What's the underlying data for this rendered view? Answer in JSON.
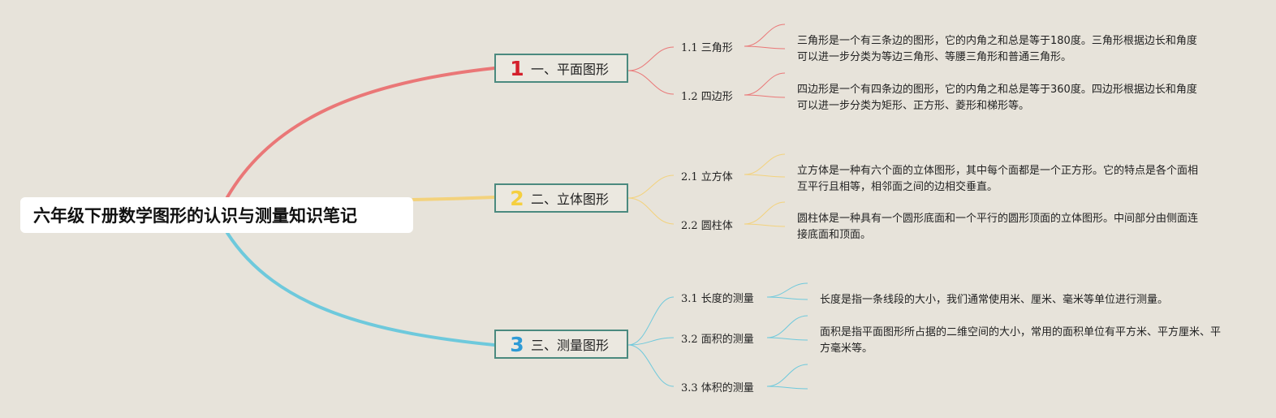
{
  "title": "六年级下册数学图形的认识与测量知识笔记",
  "branches": [
    {
      "number": "1",
      "label": "一、平面图形",
      "color": "#ea7777",
      "subs": [
        {
          "label": "1.1 三角形",
          "note": "三角形是一个有三条边的图形，它的内角之和总是等于180度。三角形根据边长和角度可以进一步分类为等边三角形、等腰三角形和普通三角形。"
        },
        {
          "label": "1.2 四边形",
          "note": "四边形是一个有四条边的图形，它的内角之和总是等于360度。四边形根据边长和角度可以进一步分类为矩形、正方形、菱形和梯形等。"
        }
      ]
    },
    {
      "number": "2",
      "label": "二、立体图形",
      "color": "#f3d27c",
      "subs": [
        {
          "label": "2.1 立方体",
          "note": "立方体是一种有六个面的立体图形，其中每个面都是一个正方形。它的特点是各个面相互平行且相等，相邻面之间的边相交垂直。"
        },
        {
          "label": "2.2 圆柱体",
          "note": "圆柱体是一种具有一个圆形底面和一个平行的圆形顶面的立体图形。中间部分由侧面连接底面和顶面。"
        }
      ]
    },
    {
      "number": "3",
      "label": "三、测量图形",
      "color": "#6ec9dc",
      "subs": [
        {
          "label": "3.1 长度的测量",
          "note": "长度是指一条线段的大小，我们通常使用米、厘米、毫米等单位进行测量。"
        },
        {
          "label": "3.2 面积的测量",
          "note": "面积是指平面图形所占据的二维空间的大小，常用的面积单位有平方米、平方厘米、平方毫米等。"
        },
        {
          "label": "3.3 体积的测量",
          "note": ""
        }
      ]
    }
  ],
  "colors": {
    "branch_number_1": "#d4202c",
    "branch_number_2": "#f5cf3f",
    "branch_number_3": "#2e9bd6",
    "branch_border": "#4b8a7f"
  }
}
